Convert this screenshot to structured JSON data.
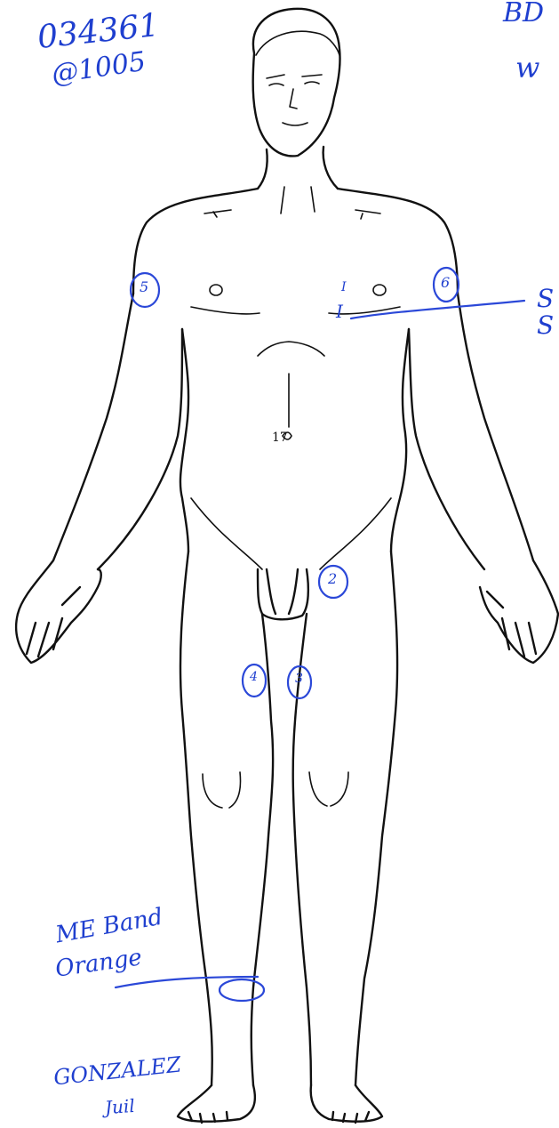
{
  "header_notes": {
    "case_number": "034361",
    "time": "@1005",
    "top_right_1": "BD",
    "top_right_2": "w"
  },
  "markers": {
    "right_arm": "5",
    "left_arm": "6",
    "groin": "2",
    "knee_right": "4",
    "knee_left": "3",
    "chest_label_1": "I",
    "chest_label_2": "I",
    "abdomen_mark": "17"
  },
  "side_notes": {
    "right_edge_1": "S",
    "right_edge_2": "S"
  },
  "bottom_notes": {
    "line1": "ME Band",
    "line2": "Orange",
    "line3": "GONZALEZ",
    "line4": "Juil"
  },
  "colors": {
    "ink": "#1f3fcf",
    "drawing": "#111111",
    "paper": "#ffffff"
  }
}
